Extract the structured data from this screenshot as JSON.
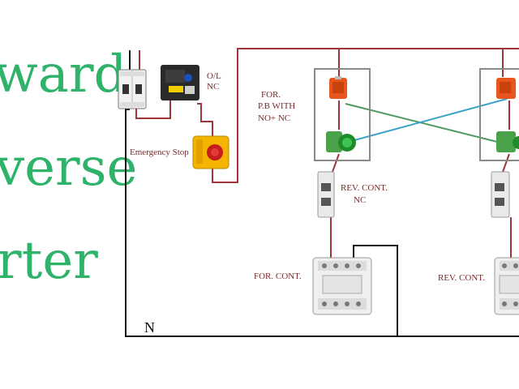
{
  "title": {
    "line1": "ward",
    "line2": "verse",
    "line3": "rter"
  },
  "labels": {
    "overload": "O/L",
    "overload_nc": "NC",
    "emergency_stop": "Emergency Stop",
    "for_pb_1": "FOR.",
    "for_pb_2": "P.B WITH",
    "for_pb_3": "NO+ NC",
    "rev_cont_nc_1": "REV. CONT.",
    "rev_cont_nc_2": "NC",
    "for_cont": "FOR. CONT.",
    "rev_cont": "REV. CONT.",
    "neutral": "N"
  },
  "colors": {
    "title_green": "#2fb36a",
    "wire_red": "#a0353b",
    "wire_black": "#111111",
    "wire_green": "#4e9a62",
    "wire_blue": "#3aa1c8",
    "box_gray": "#8a8a8a",
    "label_red": "#7a2a2a"
  }
}
